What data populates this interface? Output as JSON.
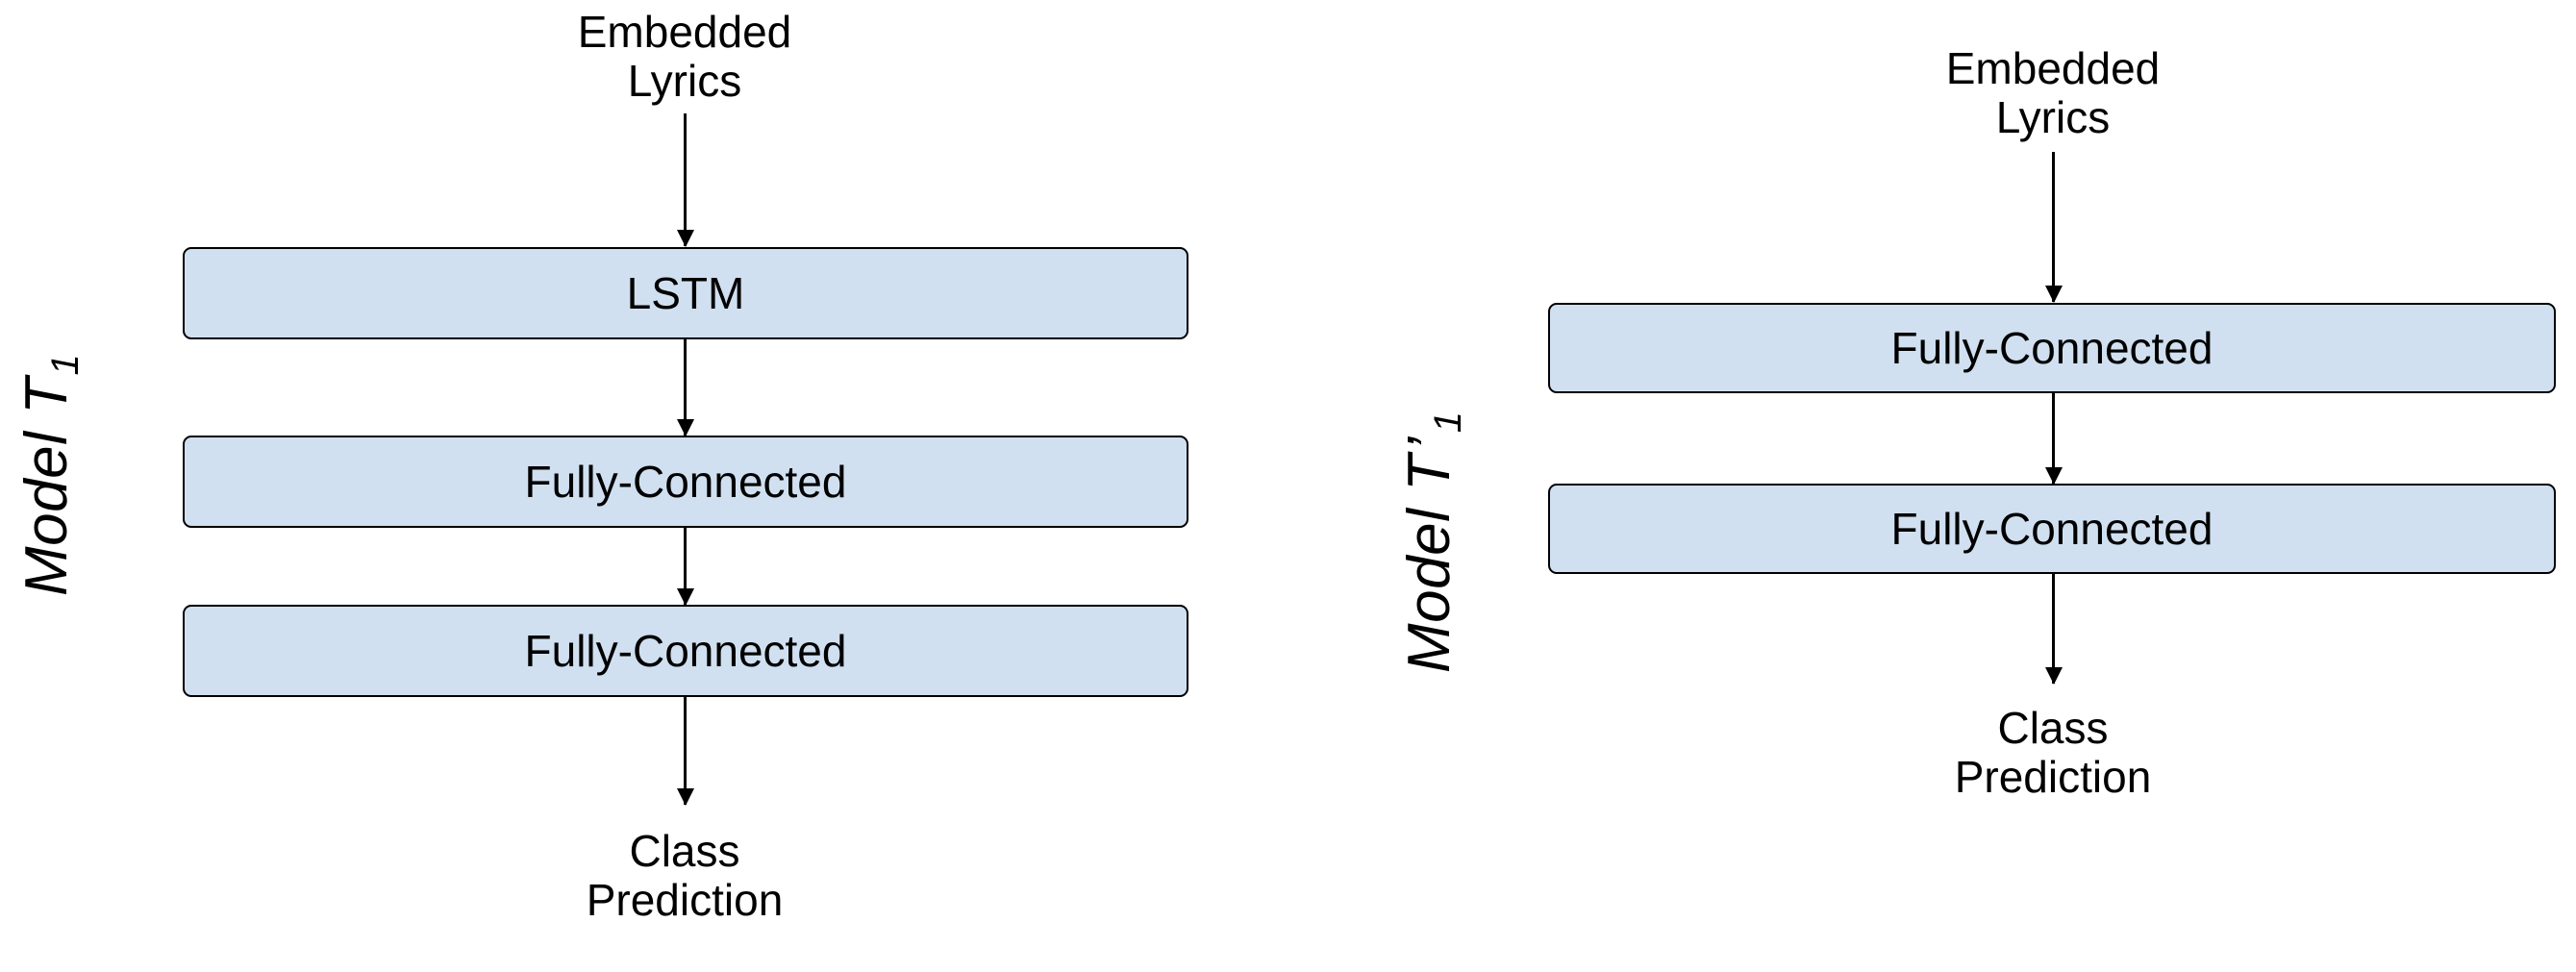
{
  "figure": {
    "type": "neural-network-architecture-diagram",
    "background_color": "#ffffff",
    "box_fill_color": "#d0e0f0",
    "box_border_color": "#000000",
    "text_color": "#000000"
  },
  "panels": [
    {
      "id": "model-t1",
      "label": {
        "prefix": "Model T",
        "prime": "",
        "subscript": "1"
      },
      "input_text": {
        "line1": "Embedded",
        "line2": "Lyrics"
      },
      "layers": [
        {
          "label": "LSTM"
        },
        {
          "label": "Fully-Connected"
        },
        {
          "label": "Fully-Connected"
        }
      ],
      "output_text": {
        "line1": "Class",
        "line2": "Prediction"
      }
    },
    {
      "id": "model-t1-prime",
      "label": {
        "prefix": "Model T",
        "prime": "’",
        "subscript": "1"
      },
      "input_text": {
        "line1": "Embedded",
        "line2": "Lyrics"
      },
      "layers": [
        {
          "label": "Fully-Connected"
        },
        {
          "label": "Fully-Connected"
        }
      ],
      "output_text": {
        "line1": "Class",
        "line2": "Prediction"
      }
    }
  ]
}
